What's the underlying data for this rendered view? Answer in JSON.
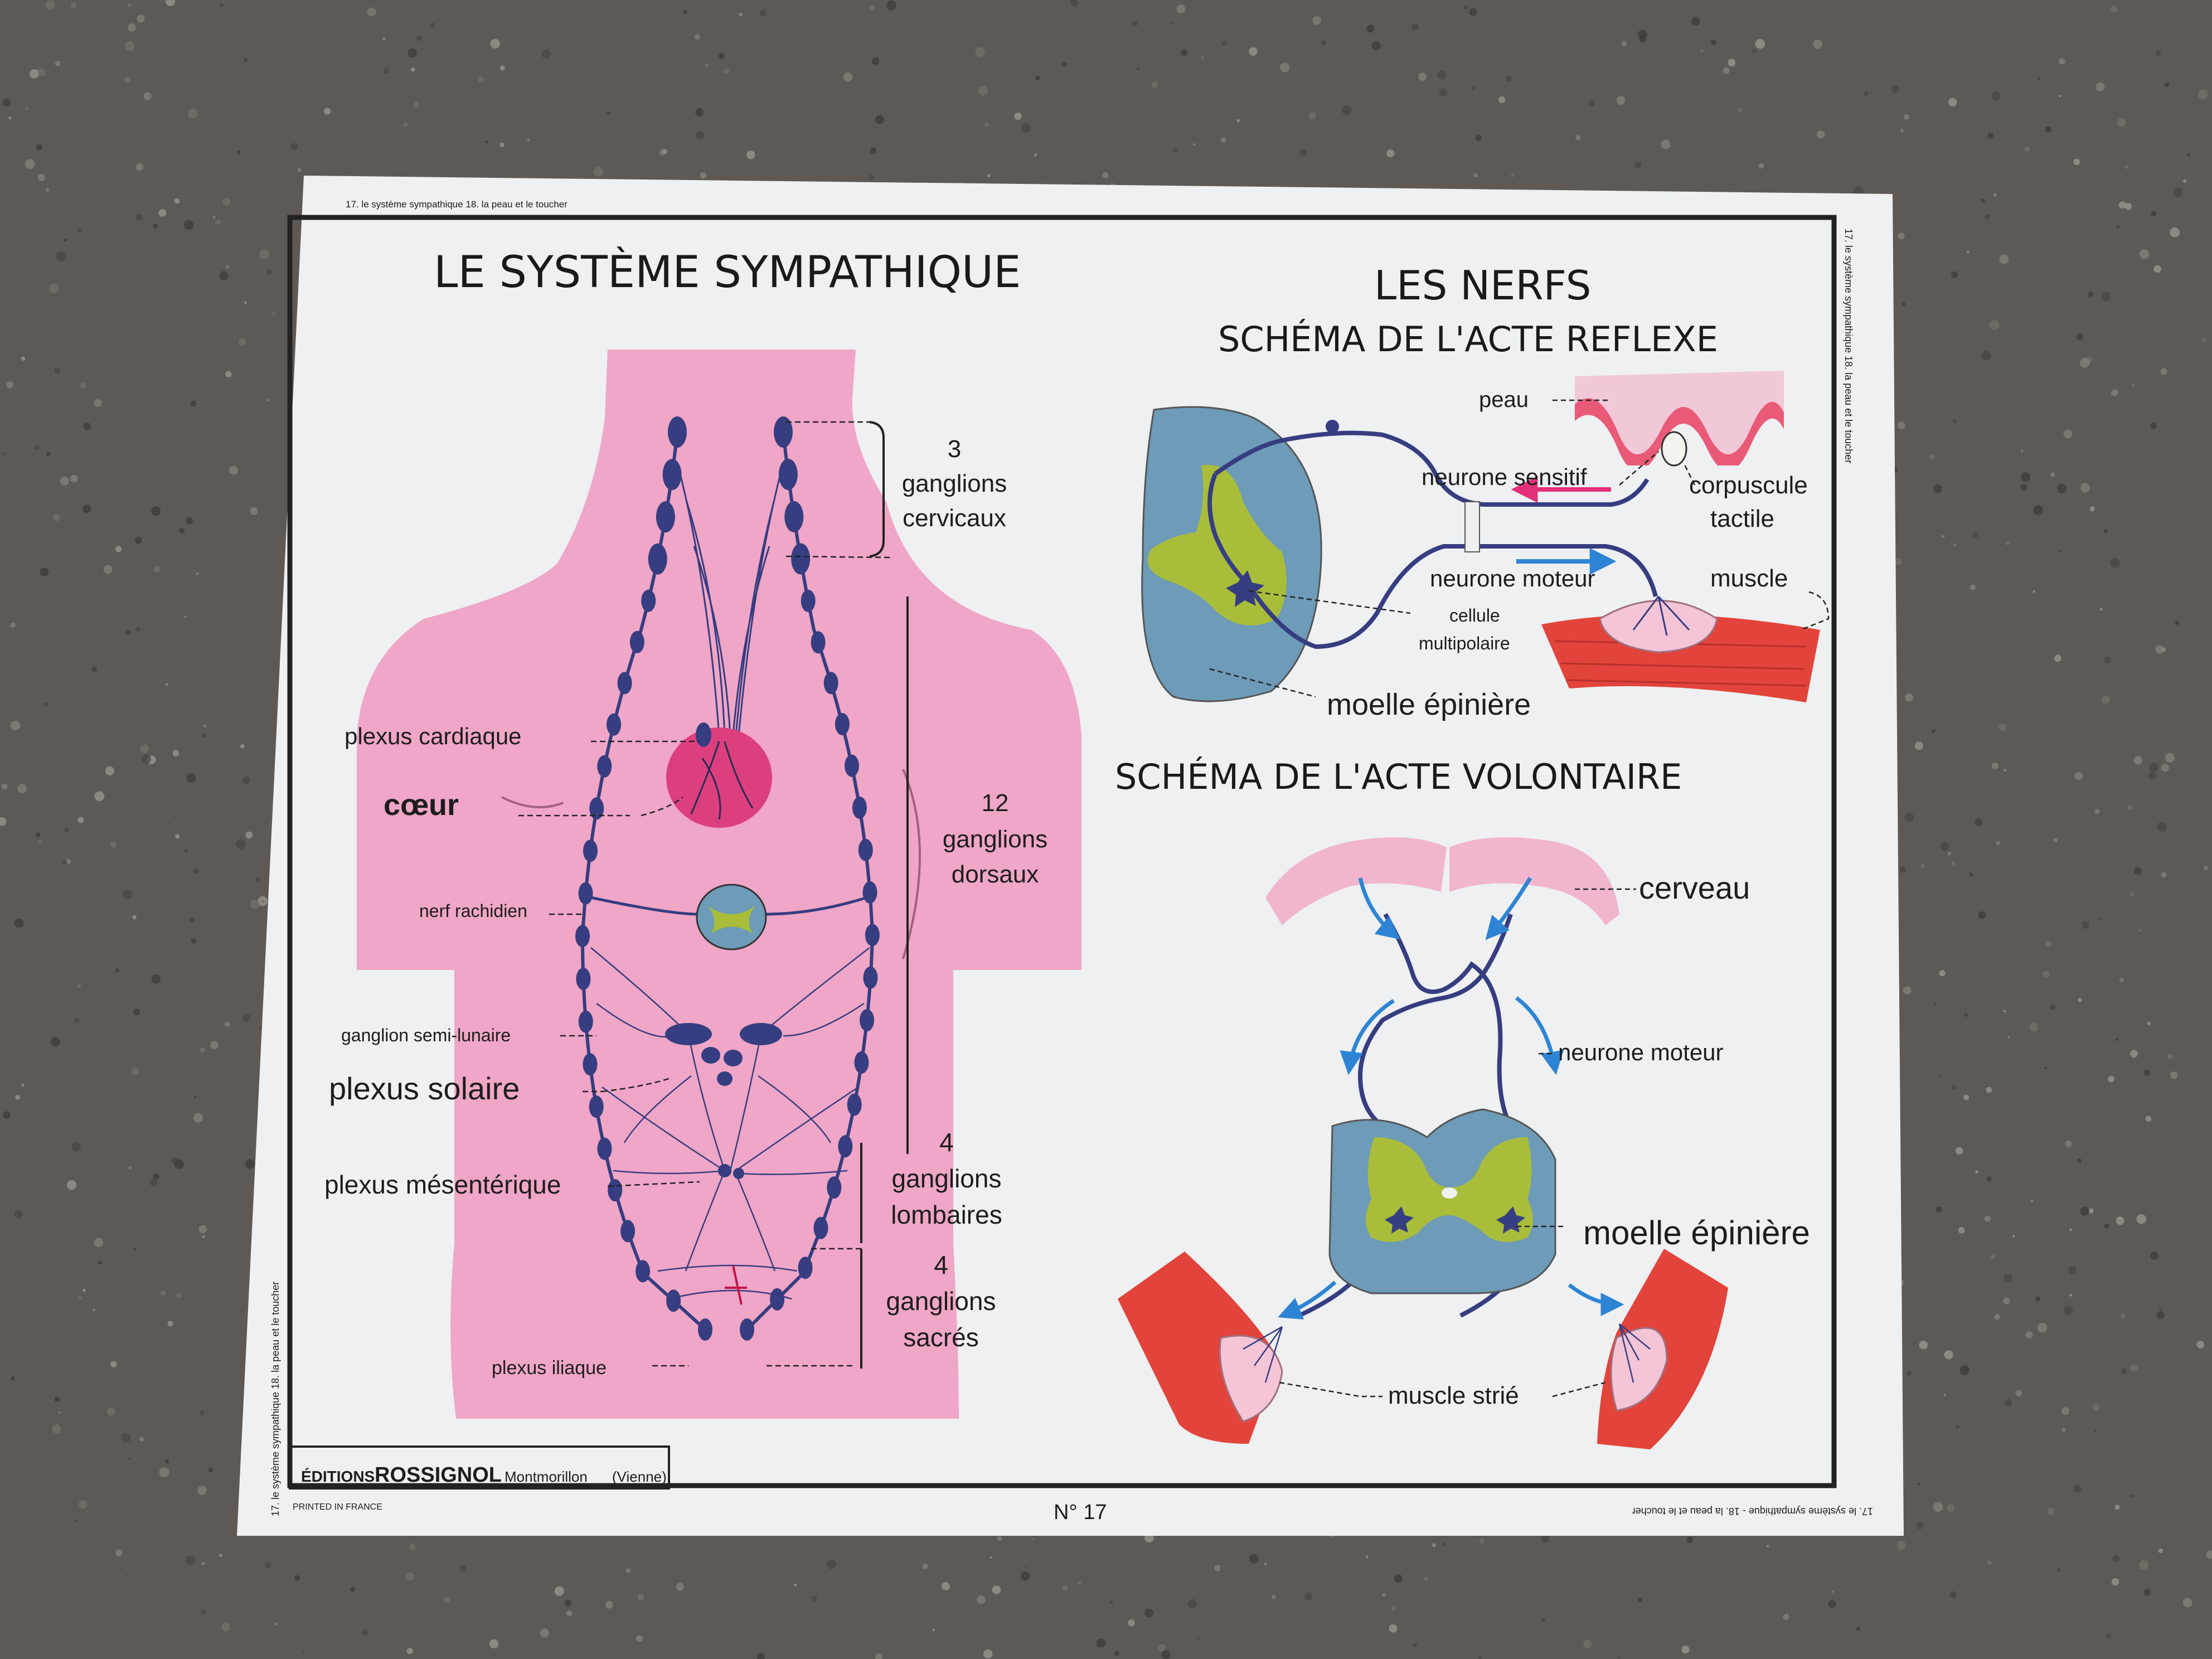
{
  "poster": {
    "top_strip": "17. le système sympathique 18. la peau et le toucher",
    "left_strip": "17. le système sympathique 18. la peau et le toucher",
    "right_strip": "17. le système sympathique 18. la peau et le toucher",
    "bottom_strip_mirrored": "17. le système sympathique - 18. la peau et le toucher",
    "main_title": "LE SYSTÈME SYMPATHIQUE",
    "right_title": "LES NERFS",
    "reflex_title": "SCHÉMA DE L'ACTE REFLEXE",
    "voluntary_title": "SCHÉMA DE L'ACTE VOLONTAIRE",
    "publisher": {
      "prefix": "ÉDITIONS",
      "name": "ROSSIGNOL",
      "city": "Montmorillon",
      "region": "(Vienne)"
    },
    "printed_in": "PRINTED IN FRANCE",
    "number": "N° 17"
  },
  "body_labels": {
    "ganglions_cervicaux": [
      "3",
      "ganglions",
      "cervicaux"
    ],
    "ganglions_dorsaux": [
      "12",
      "ganglions",
      "dorsaux"
    ],
    "ganglions_lombaires": [
      "4",
      "ganglions",
      "lombaires"
    ],
    "ganglions_sacres": [
      "4",
      "ganglions",
      "sacrés"
    ],
    "plexus_cardiaque": "plexus cardiaque",
    "coeur": "cœur",
    "nerf_rachidien": "nerf rachidien",
    "ganglion_semi_lunaire": "ganglion semi-lunaire",
    "plexus_solaire": "plexus solaire",
    "plexus_mesenterique": "plexus mésentérique",
    "plexus_iliaque": "plexus iliaque"
  },
  "reflex_labels": {
    "peau": "peau",
    "neurone_sensitif": "neurone sensitif",
    "corpuscule": "corpuscule",
    "tactile": "tactile",
    "neurone_moteur": "neurone moteur",
    "muscle": "muscle",
    "cellule": "cellule",
    "multipolaire": "multipolaire",
    "moelle_epiniere": "moelle épinière"
  },
  "voluntary_labels": {
    "cerveau": "cerveau",
    "neurone_moteur": "neurone moteur",
    "moelle_epiniere": "moelle épinière",
    "muscle_strie": "muscle strié"
  },
  "colors": {
    "ground": "#5e5955",
    "paper": "#eef0f1",
    "skin_pink": "#f0a6c6",
    "heart": "#dd3f7e",
    "ganglion": "#363d80",
    "spinal_blue": "#6d9bb8",
    "grey_matter_green": "#a9bd3b",
    "muscle_red": "#e2443b",
    "brain_pink": "#f1b5cf",
    "arrow_blue": "#2e84d4",
    "arrow_red": "#e2307a"
  }
}
